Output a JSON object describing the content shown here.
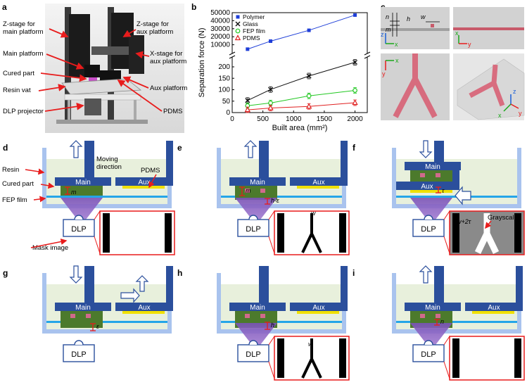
{
  "panel_letters": [
    "a",
    "b",
    "c",
    "d",
    "e",
    "f",
    "g",
    "h",
    "i"
  ],
  "panel_a": {
    "labels": [
      "Z-stage for\nmain platform",
      "Z-stage for\naux platform",
      "Main platform",
      "X-stage for\naux platform",
      "Cured part",
      "Resin vat",
      "Aux platform",
      "DLP projector",
      "PDMS"
    ]
  },
  "chart_data": {
    "type": "line",
    "xlabel": "Built area (mm²)",
    "ylabel": "Separation force (N)",
    "x_ticks": [
      0,
      500,
      1000,
      1500,
      2000
    ],
    "xlim": [
      0,
      2200
    ],
    "y_upper_ticks": [
      10000,
      20000,
      30000,
      40000,
      50000
    ],
    "y_upper_lim": [
      0,
      50000
    ],
    "y_lower_ticks": [
      0,
      50,
      100,
      150,
      200
    ],
    "y_lower_lim": [
      0,
      240
    ],
    "axis_break": true,
    "legend_position": "top-left",
    "series": [
      {
        "name": "Polymer",
        "color": "#1f3fd8",
        "marker": "square",
        "x": [
          250,
          625,
          1250,
          2000
        ],
        "y": [
          4500,
          14500,
          28000,
          47000
        ]
      },
      {
        "name": "Glass",
        "color": "#111111",
        "marker": "x",
        "x": [
          250,
          625,
          1250,
          2000
        ],
        "y": [
          53,
          101,
          160,
          220
        ]
      },
      {
        "name": "FEP film",
        "color": "#22c822",
        "marker": "circle",
        "x": [
          250,
          625,
          1250,
          2000
        ],
        "y": [
          30,
          42,
          73,
          97
        ]
      },
      {
        "name": "PDMS",
        "color": "#e02020",
        "marker": "triangle",
        "x": [
          250,
          625,
          1250,
          2000
        ],
        "y": [
          12,
          20,
          27,
          43
        ]
      }
    ]
  },
  "panel_c": {
    "dims": [
      "n",
      "h",
      "m",
      "w"
    ],
    "axes": [
      "x",
      "y",
      "z"
    ]
  },
  "diagrams": {
    "main": "Main",
    "aux": "Aux",
    "dlp": "DLP",
    "resin": "Resin",
    "cured_part": "Cured part",
    "fep_film": "FEP film",
    "pdms": "PDMS",
    "moving_direction": "Moving\ndirection",
    "mask_image": "Mask image",
    "grayscale": "Grayscale",
    "m": "m",
    "h_minus_eps": "h-ε",
    "w": "w",
    "w_plus_2tau": "w+2τ",
    "eps": "ε",
    "h": "h",
    "n": "n",
    "tau": "τ"
  }
}
